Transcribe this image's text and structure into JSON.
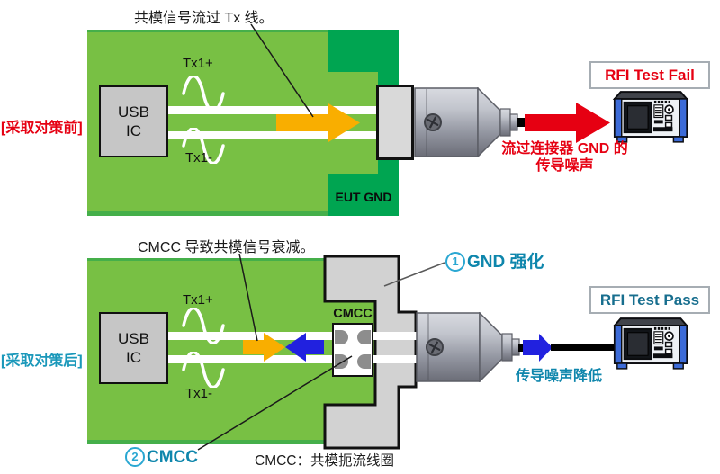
{
  "colors": {
    "red": "#e60012",
    "teal": "#0e86ac",
    "teal-bright": "#2aa7d2",
    "teal-label": "#1a98ba",
    "teal-pass": "#176e8e",
    "pcb-green": "#78c044",
    "pcb-edge": "#3cab4b",
    "gnd-green": "#00a551",
    "signal-yellow": "#f9ae00",
    "noise-blue": "#2121df"
  },
  "before": {
    "side_label": "[采取对策前]",
    "annotation": "共模信号流过 Tx 线。",
    "ic_line1": "USB",
    "ic_line2": "IC",
    "tx_plus": "Tx1+",
    "tx_minus": "Tx1-",
    "gnd_label": "EUT GND",
    "result_badge": "RFI Test Fail",
    "noise_caption_line1": "流过连接器 GND 的",
    "noise_caption_line2": "传导噪声"
  },
  "after": {
    "side_label": "[采取对策后]",
    "annotation": "CMCC 导致共模信号衰减。",
    "ic_line1": "USB",
    "ic_line2": "IC",
    "tx_plus": "Tx1+",
    "tx_minus": "Tx1-",
    "cmcc_chip_label": "CMCC",
    "callout_gnd_num": "1",
    "callout_gnd_text": "GND 强化",
    "callout_cmcc_num": "2",
    "callout_cmcc_text": "CMCC",
    "result_badge": "RFI Test Pass",
    "noise_caption": "传导噪声降低",
    "footnote": "CMCC：共模扼流线圈"
  }
}
